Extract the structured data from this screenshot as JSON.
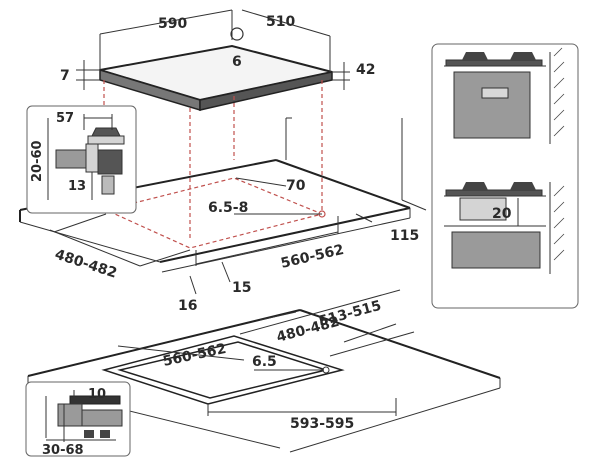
{
  "hob": {
    "width": "590",
    "depth": "510",
    "thickness": "42",
    "top_dim": "6",
    "edge_dim": "7"
  },
  "worktop": {
    "cutout_depth": "480-482",
    "cutout_width": "560-562",
    "back_offset": "70",
    "corner_radius": "6.5-8",
    "right_dim": "115",
    "front_dim_left": "16",
    "front_dim_right": "15"
  },
  "clamp_detail": {
    "width": "57",
    "height_range": "20-60",
    "bottom": "13"
  },
  "oven_detail": {
    "gap": "20"
  },
  "flush_install": {
    "outer_depth": "513-515",
    "inner_depth": "480-482",
    "inner_width": "560-562",
    "corner_radius": "6.5",
    "outer_width": "593-595"
  },
  "flush_detail": {
    "rebate": "10",
    "thickness_range": "30-68"
  }
}
